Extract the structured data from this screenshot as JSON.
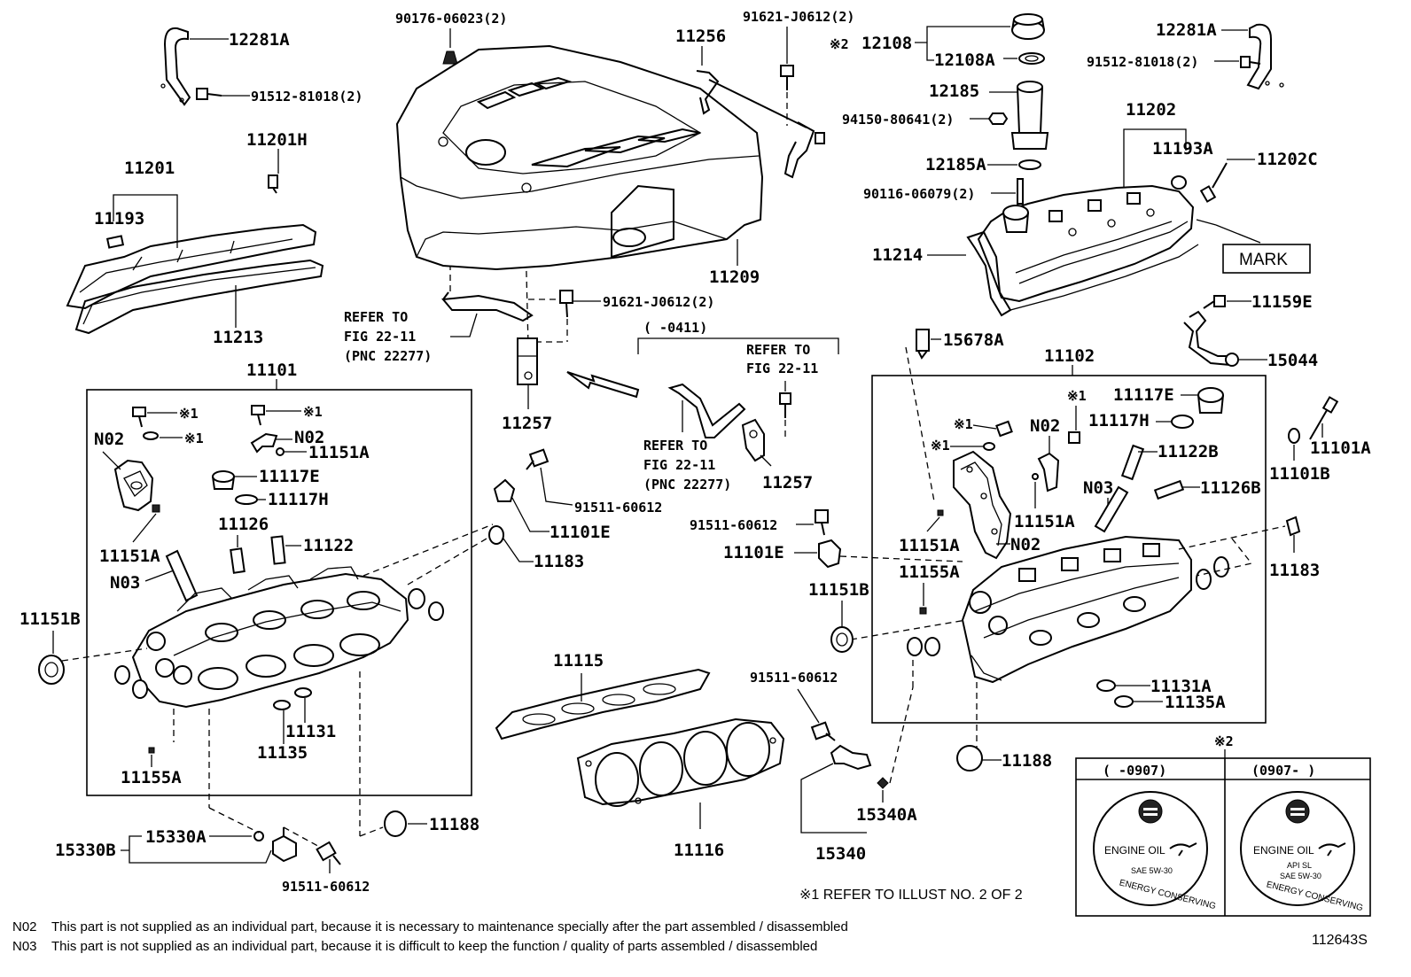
{
  "labels": {
    "l12281A_left": "12281A",
    "l91512_left": "91512-81018(2)",
    "l11201H": "11201H",
    "l11201": "11201",
    "l11193": "11193",
    "l11213": "11213",
    "l90176": "90176-06023(2)",
    "l11209": "11209",
    "l91621_mid": "91621-J0612(2)",
    "l11257_mid": "11257",
    "l11256": "11256",
    "l91621_top": "91621-J0612(2)",
    "l12108_mark": "※2",
    "l12108": "12108",
    "l12108A": "12108A",
    "l12185": "12185",
    "l94150": "94150-80641(2)",
    "l12185A": "12185A",
    "l90116": "90116-06079(2)",
    "l11214": "11214",
    "l11202": "11202",
    "l11193A": "11193A",
    "l11202C": "11202C",
    "l12281A_right": "12281A",
    "l91512_right": "91512-81018(2)",
    "l11159E": "11159E",
    "l15044": "15044",
    "l15678A": "15678A",
    "l11101": "11101",
    "l11102": "11102",
    "l11101A": "11101A",
    "l11101B": "11101B",
    "l11117E_left": "11117E",
    "l11117H_left": "11117H",
    "l11117E_right": "11117E",
    "l11117H_right": "11117H",
    "l11122B": "11122B",
    "l11126B": "11126B",
    "l11126": "11126",
    "l11122": "11122",
    "lN02_a": "N02",
    "lN02_b": "N02",
    "lN02_c": "N02",
    "lN02_d": "N02",
    "lN03_left": "N03",
    "lN03_right": "N03",
    "l11151A_a": "11151A",
    "l11151A_b": "11151A",
    "l11151A_c": "11151A",
    "l11151A_d": "11151A",
    "l11151B_left": "11151B",
    "l11151B_right": "11151B",
    "l11155A_left": "11155A",
    "l11155A_right": "11155A",
    "l91511_a": "91511-60612",
    "l91511_b": "91511-60612",
    "l91511_c": "91511-60612",
    "l91511_d": "91511-60612",
    "l11101E_left": "11101E",
    "l11101E_right": "11101E",
    "l11183_left": "11183",
    "l11183_right": "11183",
    "l11131": "11131",
    "l11135": "11135",
    "l11131A": "11131A",
    "l11135A": "11135A",
    "l11115": "11115",
    "l11116": "11116",
    "l11188_left": "11188",
    "l11188_right": "11188",
    "l15330A": "15330A",
    "l15330B": "15330B",
    "l15340": "15340",
    "l15340A": "15340A",
    "l11257_right": "11257",
    "refer_a_1": "REFER TO",
    "refer_a_2": "FIG 22-11",
    "refer_a_3": "(PNC 22277)",
    "refer_b_1": "REFER TO",
    "refer_b_2": "FIG 22-11",
    "refer_b_3": "(PNC 22277)",
    "refer_c_1": "REFER TO",
    "refer_c_2": "FIG 22-11",
    "date_range": "(      -0411)",
    "mark_box": "MARK",
    "star1_a": "※1",
    "star1_b": "※1",
    "star1_c": "※1",
    "star1_d": "※1",
    "star1_e": "※1",
    "star1_f": "※1",
    "star2_cap": "※2",
    "cap_left_range": "(      -0907)",
    "cap_right_range": "(0907-      )",
    "cap_engine_oil_1": "ENGINE OIL",
    "cap_engine_oil_2": "ENGINE OIL",
    "cap_sae_1": "SAE 5W-30",
    "cap_api": "API SL",
    "cap_sae_2": "SAE 5W-30",
    "cap_energy_1": "ENERGY CONSERVING",
    "cap_energy_2": "ENERGY CONSERVING"
  },
  "footnotes": {
    "refer_illust": "※1  REFER TO ILLUST NO. 2 OF 2",
    "n02_code": "N02",
    "n02_text": "This part is not supplied as an individual part, because it is necessary to maintenance specially after the part assembled / disassembled",
    "n03_code": "N03",
    "n03_text": "This part is not supplied as an individual part, because it is difficult to keep the function / quality of parts  assembled / disassembled",
    "figure_id": "112643S"
  }
}
